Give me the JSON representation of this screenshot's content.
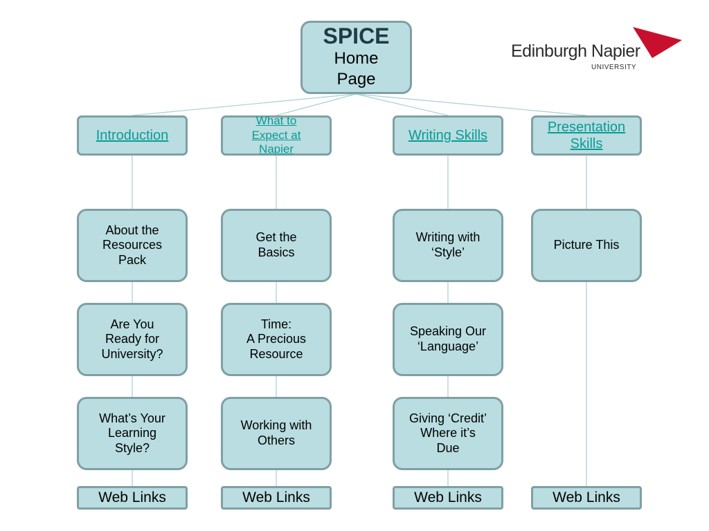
{
  "home": {
    "title": "SPICE",
    "subtitle": "Home\nPage"
  },
  "logo": {
    "name": "Edinburgh Napier",
    "sub": "UNIVERSITY"
  },
  "columns": [
    {
      "header": "Introduction",
      "topics": [
        "About the\nResources\nPack",
        "Are You\nReady for\nUniversity?",
        "What’s Your\nLearning\nStyle?"
      ],
      "web_links": "Web Links"
    },
    {
      "header": "What to\nExpect at\nNapier",
      "topics": [
        "Get the\nBasics",
        "Time:\nA Precious\nResource",
        "Working with\nOthers"
      ],
      "web_links": "Web Links"
    },
    {
      "header": "Writing Skills",
      "topics": [
        "Writing with\n‘Style’",
        "Speaking Our\n‘Language’",
        "Giving ‘Credit’\nWhere it’s\nDue"
      ],
      "web_links": "Web Links"
    },
    {
      "header": "Presentation\nSkills",
      "topics": [
        "Picture This"
      ],
      "web_links": "Web Links"
    }
  ],
  "colors": {
    "box_fill": "#b9dde0",
    "box_border": "#7f9fa3",
    "link": "#0a9b95",
    "connector": "#a7cfd3",
    "logo_red": "#c8102e"
  }
}
